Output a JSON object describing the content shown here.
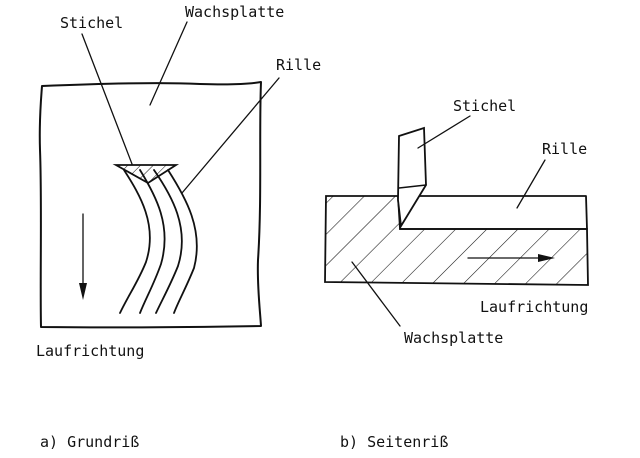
{
  "left": {
    "label_stichel": "Stichel",
    "label_wachsplatte": "Wachsplatte",
    "label_rille": "Rille",
    "label_laufrichtung": "Laufrichtung",
    "caption": "a) Grundriß"
  },
  "right": {
    "label_stichel": "Stichel",
    "label_rille": "Rille",
    "label_laufrichtung": "Laufrichtung",
    "label_wachsplatte": "Wachsplatte",
    "caption": "b) Seitenriß"
  }
}
